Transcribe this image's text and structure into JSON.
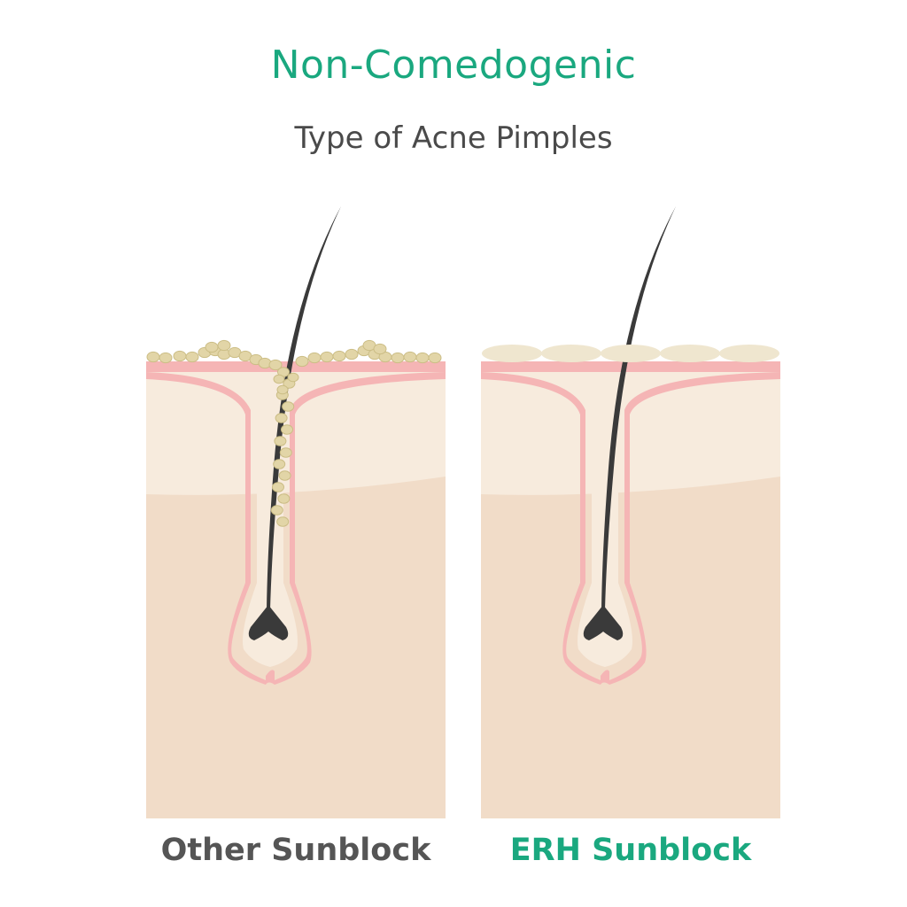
{
  "header": {
    "title": "Non-Comedogenic",
    "subtitle": "Type of Acne Pimples"
  },
  "panels": [
    {
      "label": "Other Sunblock",
      "condition": "clogged-pore"
    },
    {
      "label": "ERH Sunblock",
      "condition": "clear-pore"
    }
  ],
  "colors": {
    "title": "#1aa87f",
    "subtitle": "#4a4a4a",
    "left_label": "#555555",
    "right_label": "#1aa87f",
    "epidermis": "#f7ebdd",
    "dermis": "#f1dcc8",
    "follicle_pink": "#f5b5b5",
    "follicle_inner": "#f7ebdd",
    "hair": "#3a3a3a",
    "sebum_particles": "#e2d5a7",
    "particle_edge": "#cbbd85",
    "sunblock_layer": "#efe6cf"
  }
}
